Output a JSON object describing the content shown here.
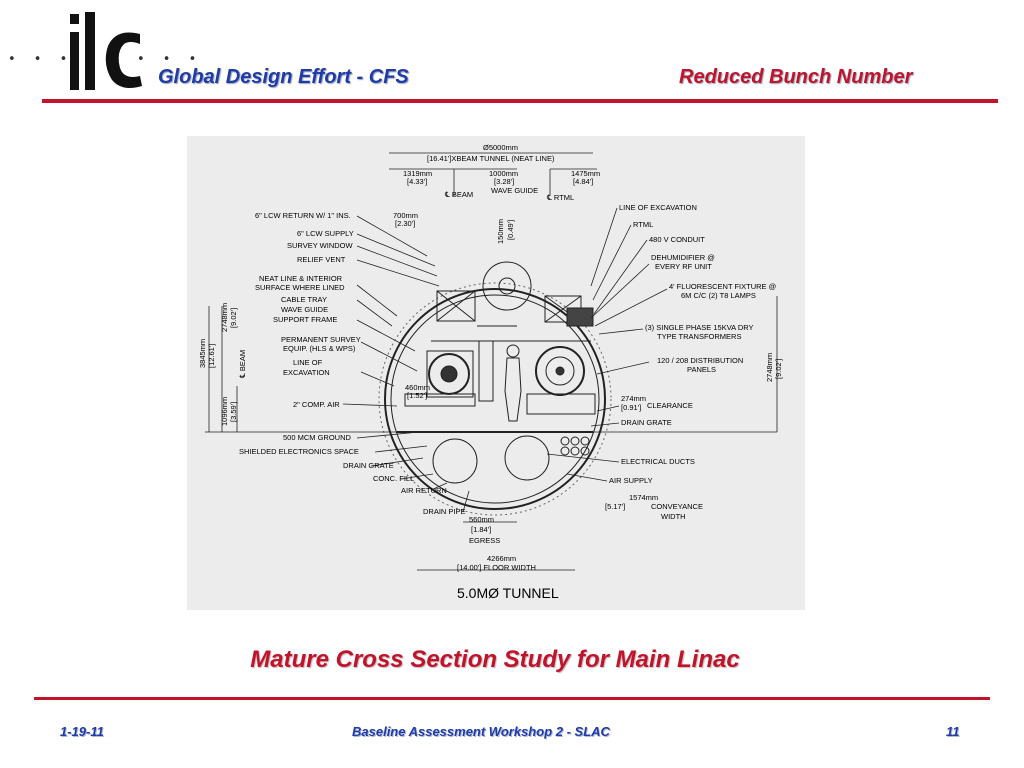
{
  "header": {
    "logo_text": "ilc",
    "left_title": "Global Design Effort  - CFS",
    "right_title": "Reduced Bunch Number"
  },
  "figure": {
    "title": "5.0MØ TUNNEL",
    "top_dims": {
      "beam_tunnel_mm": "Ø5000mm",
      "beam_tunnel_ft": "[16.41']XBEAM TUNNEL (NEAT LINE)",
      "left_mm": "1319mm",
      "left_ft": "[4.33']",
      "mid_mm": "1000mm",
      "mid_ft": "[3.28']",
      "right_mm": "1475mm",
      "right_ft": "[4.84']",
      "wave_guide": "WAVE GUIDE",
      "cl_beam": "℄ BEAM",
      "cl_rtml": "℄ RTML",
      "lcw_return_mm": "700mm",
      "lcw_return_ft": "[2.30']",
      "vert_150_mm": "150mm",
      "vert_150_ft": "[0.49']"
    },
    "left_labels": [
      "6\" LCW RETURN W/ 1\" INS.",
      "6\" LCW SUPPLY",
      "SURVEY WINDOW",
      "RELIEF VENT",
      "NEAT LINE & INTERIOR",
      "SURFACE WHERE LINED",
      "CABLE TRAY",
      "WAVE GUIDE",
      "SUPPORT FRAME",
      "PERMANENT SURVEY",
      "EQUIP. (HLS & WPS)",
      "LINE OF",
      "EXCAVATION",
      "2\" COMP. AIR",
      "500 MCM GROUND",
      "SHIELDED ELECTRONICS SPACE",
      "DRAIN GRATE",
      "CONC. FILL",
      "AIR RETURN",
      "DRAIN PIPE"
    ],
    "right_labels": [
      "LINE OF EXCAVATION",
      "RTML",
      "480 V CONDUIT",
      "DEHUMIDIFIER @",
      "EVERY RF UNIT",
      "4' FLUORESCENT FIXTURE @",
      "6M C/C (2) T8 LAMPS",
      "(3) SINGLE PHASE 15KVA DRY",
      "TYPE TRANSFORMERS",
      "120 / 208 DISTRIBUTION",
      "PANELS",
      "CLEARANCE",
      "DRAIN GRATE",
      "ELECTRICAL DUCTS",
      "AIR SUPPLY",
      "CONVEYANCE",
      "WIDTH"
    ],
    "left_dims": {
      "total_mm": "3845mm",
      "total_ft": "[12.61']",
      "upper_mm": "2748mm",
      "upper_ft": "[9.02']",
      "cl_beam": "℄ BEAM",
      "lower_mm": "1096mm",
      "lower_ft": "[3.59']"
    },
    "right_dims": {
      "height_mm": "2748mm",
      "height_ft": "[9.02']",
      "clear_mm": "274mm",
      "clear_ft": "[0.91']",
      "conv_mm": "1574mm",
      "conv_ft": "[5.17']"
    },
    "inner_dims": {
      "a_mm": "460mm",
      "a_ft": "[1.52']"
    },
    "bottom_dims": {
      "egress_mm": "560mm",
      "egress_ft": "[1.84']",
      "egress": "EGRESS",
      "floor_mm": "4266mm",
      "floor_ft": "[14.00'] FLOOR WIDTH"
    }
  },
  "caption": "Mature Cross Section Study for Main Linac",
  "footer": {
    "date": "1-19-11",
    "event": "Baseline Assessment Workshop 2  -  SLAC",
    "page": "11"
  },
  "colors": {
    "accent_blue": "#1f3ca6",
    "accent_red": "#c0142b"
  }
}
